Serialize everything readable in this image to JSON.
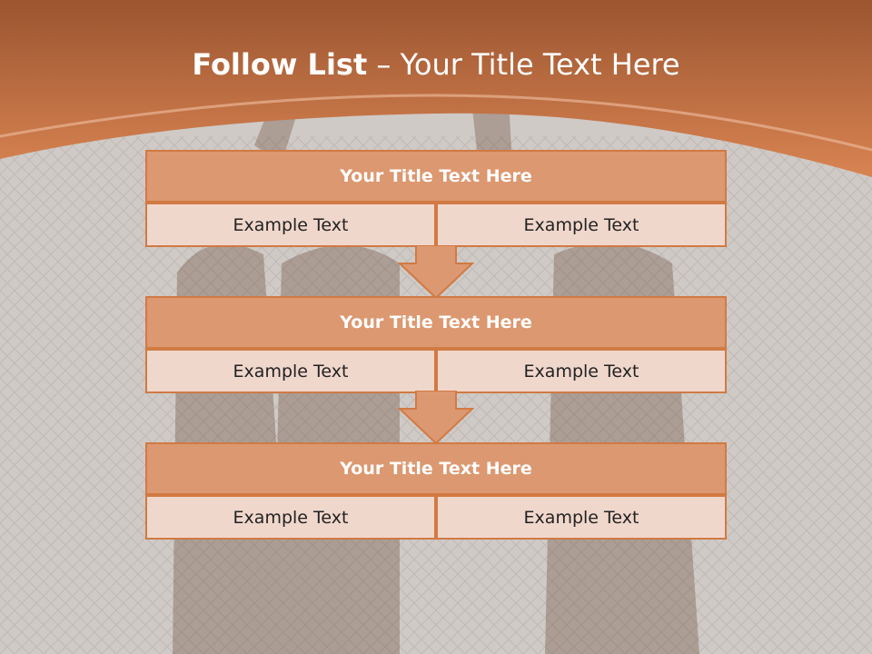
{
  "colors": {
    "accent": "#d17a43",
    "header_fill": "#dc9870",
    "cell_fill": "#f0d7cc",
    "banner_top": "#a0572e",
    "banner_bottom": "#d78150"
  },
  "slide": {
    "title_strong": "Follow List",
    "title_rest": "– Your Title Text Here"
  },
  "blocks": [
    {
      "title": "Your Title Text Here",
      "left": "Example Text",
      "right": "Example Text"
    },
    {
      "title": "Your Title Text Here",
      "left": "Example Text",
      "right": "Example Text"
    },
    {
      "title": "Your Title Text Here",
      "left": "Example Text",
      "right": "Example Text"
    }
  ],
  "icons": [
    "down-arrow-icon",
    "down-arrow-icon"
  ]
}
